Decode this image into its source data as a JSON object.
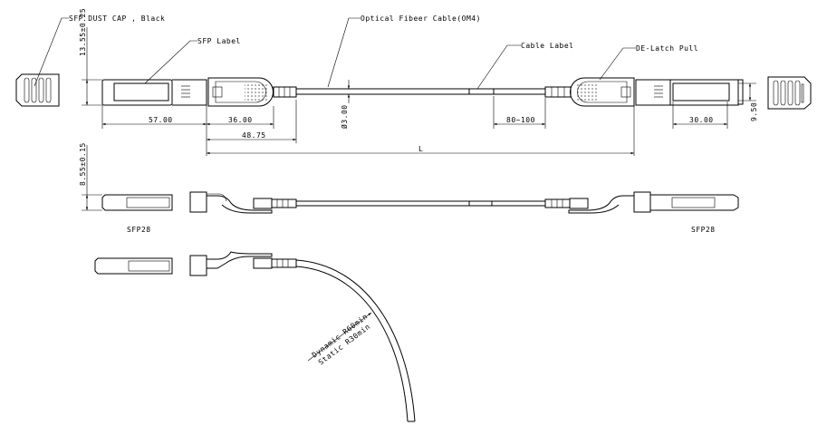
{
  "callouts": {
    "dust_cap": "SFP DUST CAP , Black",
    "sfp_label": "SFP Label",
    "cable": "Optical Fibeer Cable(OM4)",
    "cable_label": "Cable Label",
    "delatch": "DE-Latch Pull"
  },
  "dimensions": {
    "height_top": "13.55±0.25",
    "sfp_body": "57.00",
    "latch": "36.00",
    "boot": "48.75",
    "length": "L",
    "cable_dia": "Ø3.00",
    "label_pos": "80~100",
    "label_len": "30.00",
    "label_h": "9.50",
    "height_side": "8.55±0.15"
  },
  "side_view": {
    "left": "SFP28",
    "right": "SFP28"
  },
  "bend": {
    "dynamic": "Dynamic R60min",
    "static": "Static R30min"
  }
}
